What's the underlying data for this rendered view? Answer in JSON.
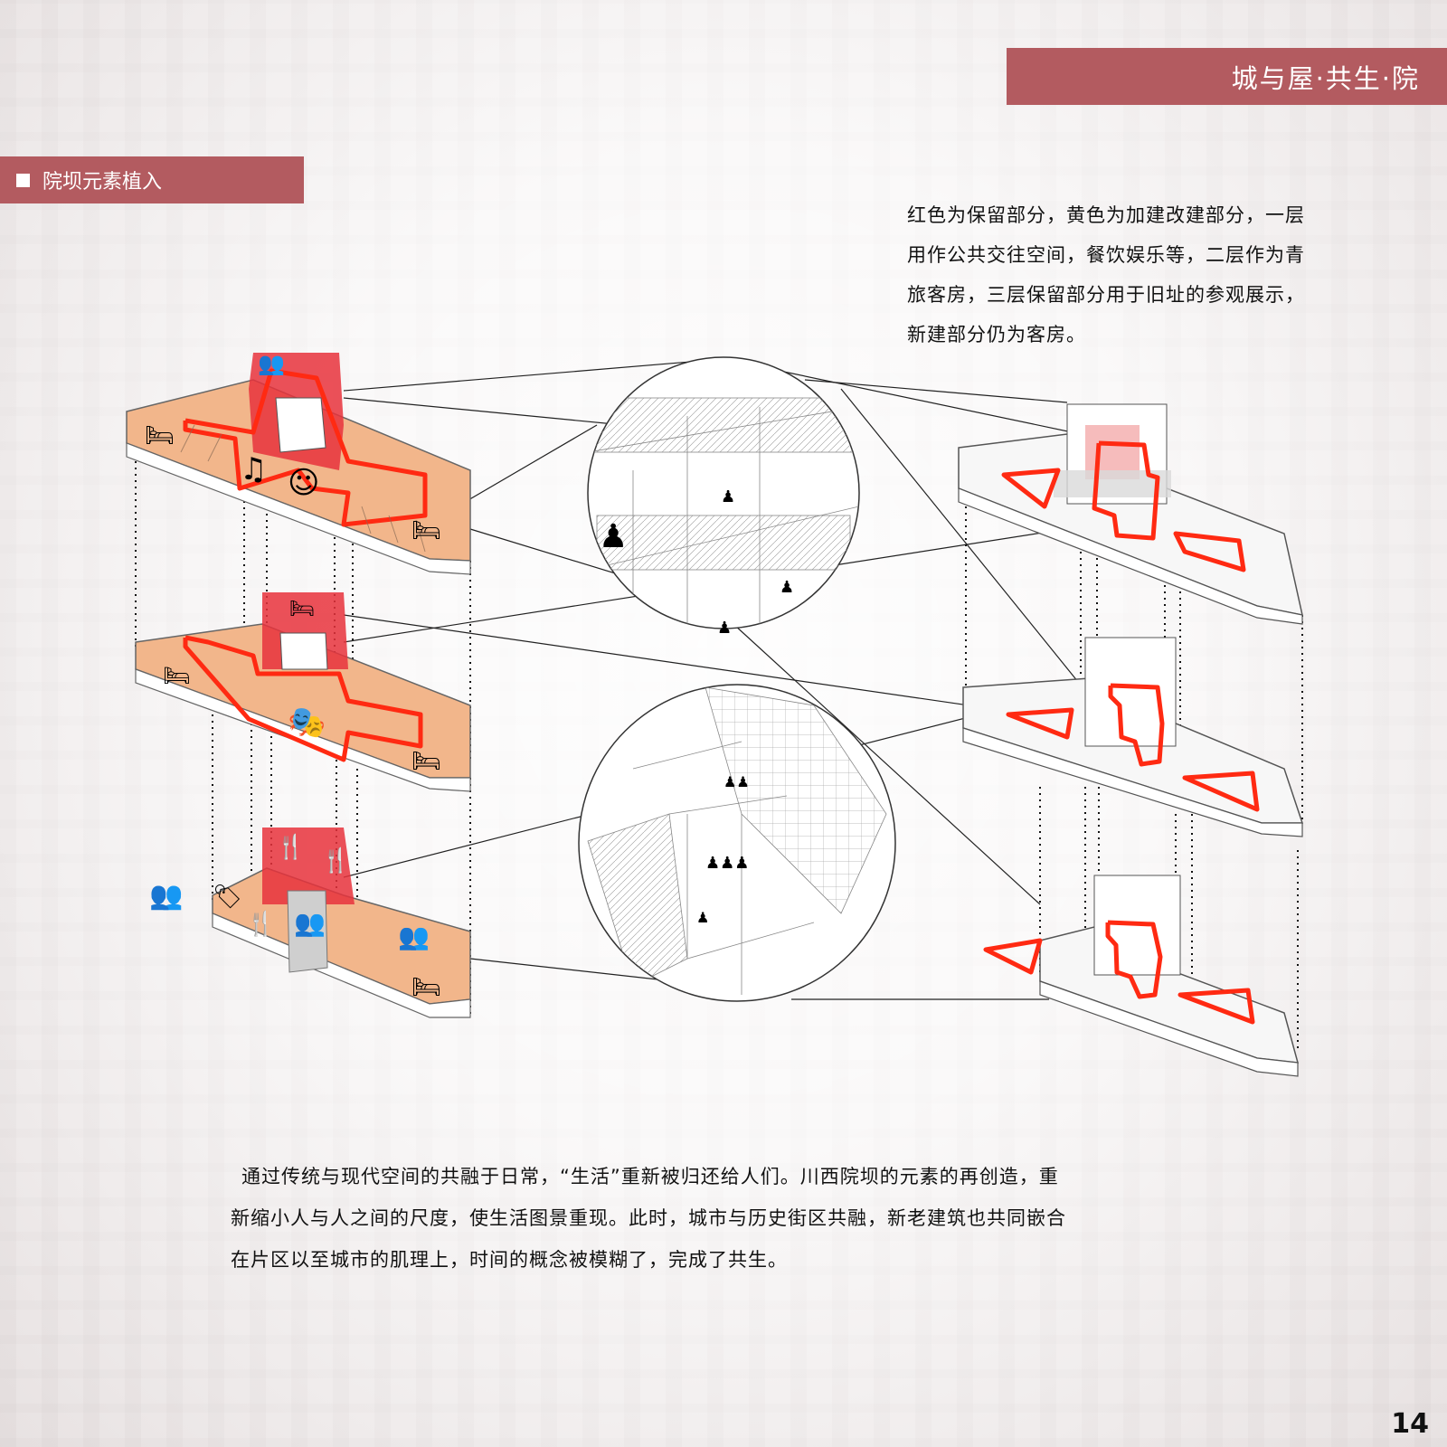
{
  "header": {
    "banner_title": "城与屋·共生·院"
  },
  "section": {
    "title": "院坝元素植入"
  },
  "intro": {
    "lines": [
      "红色为保留部分，黄色为加建改建部分，一层",
      "用作公共交往空间，餐饮娱乐等，二层作为青",
      "旅客房，三层保留部分用于旧址的参观展示，",
      "新建部分仍为客房。"
    ]
  },
  "body": {
    "lines": [
      "通过传统与现代空间的共融于日常，“生活”重新被归还给人们。川西院坝的元素的再创造，重",
      "新缩小人与人之间的尺度，使生活图景重现。此时，城市与历史街区共融，新老建筑也共同嵌合",
      "在片区以至城市的肌理上，时间的概念被模糊了，完成了共生。"
    ]
  },
  "page": {
    "number": "14"
  },
  "colors": {
    "brand": "#b35b60",
    "retained_red": "#e8323c",
    "added_orange": "#f2b68b",
    "outline_red": "#ff2a12"
  },
  "icons": [
    "bed-icon",
    "harp-icon",
    "reading-person-icon",
    "theater-masks-icon",
    "fork-knife-icon",
    "price-tag-icon",
    "group-people-icon",
    "person-icon"
  ]
}
